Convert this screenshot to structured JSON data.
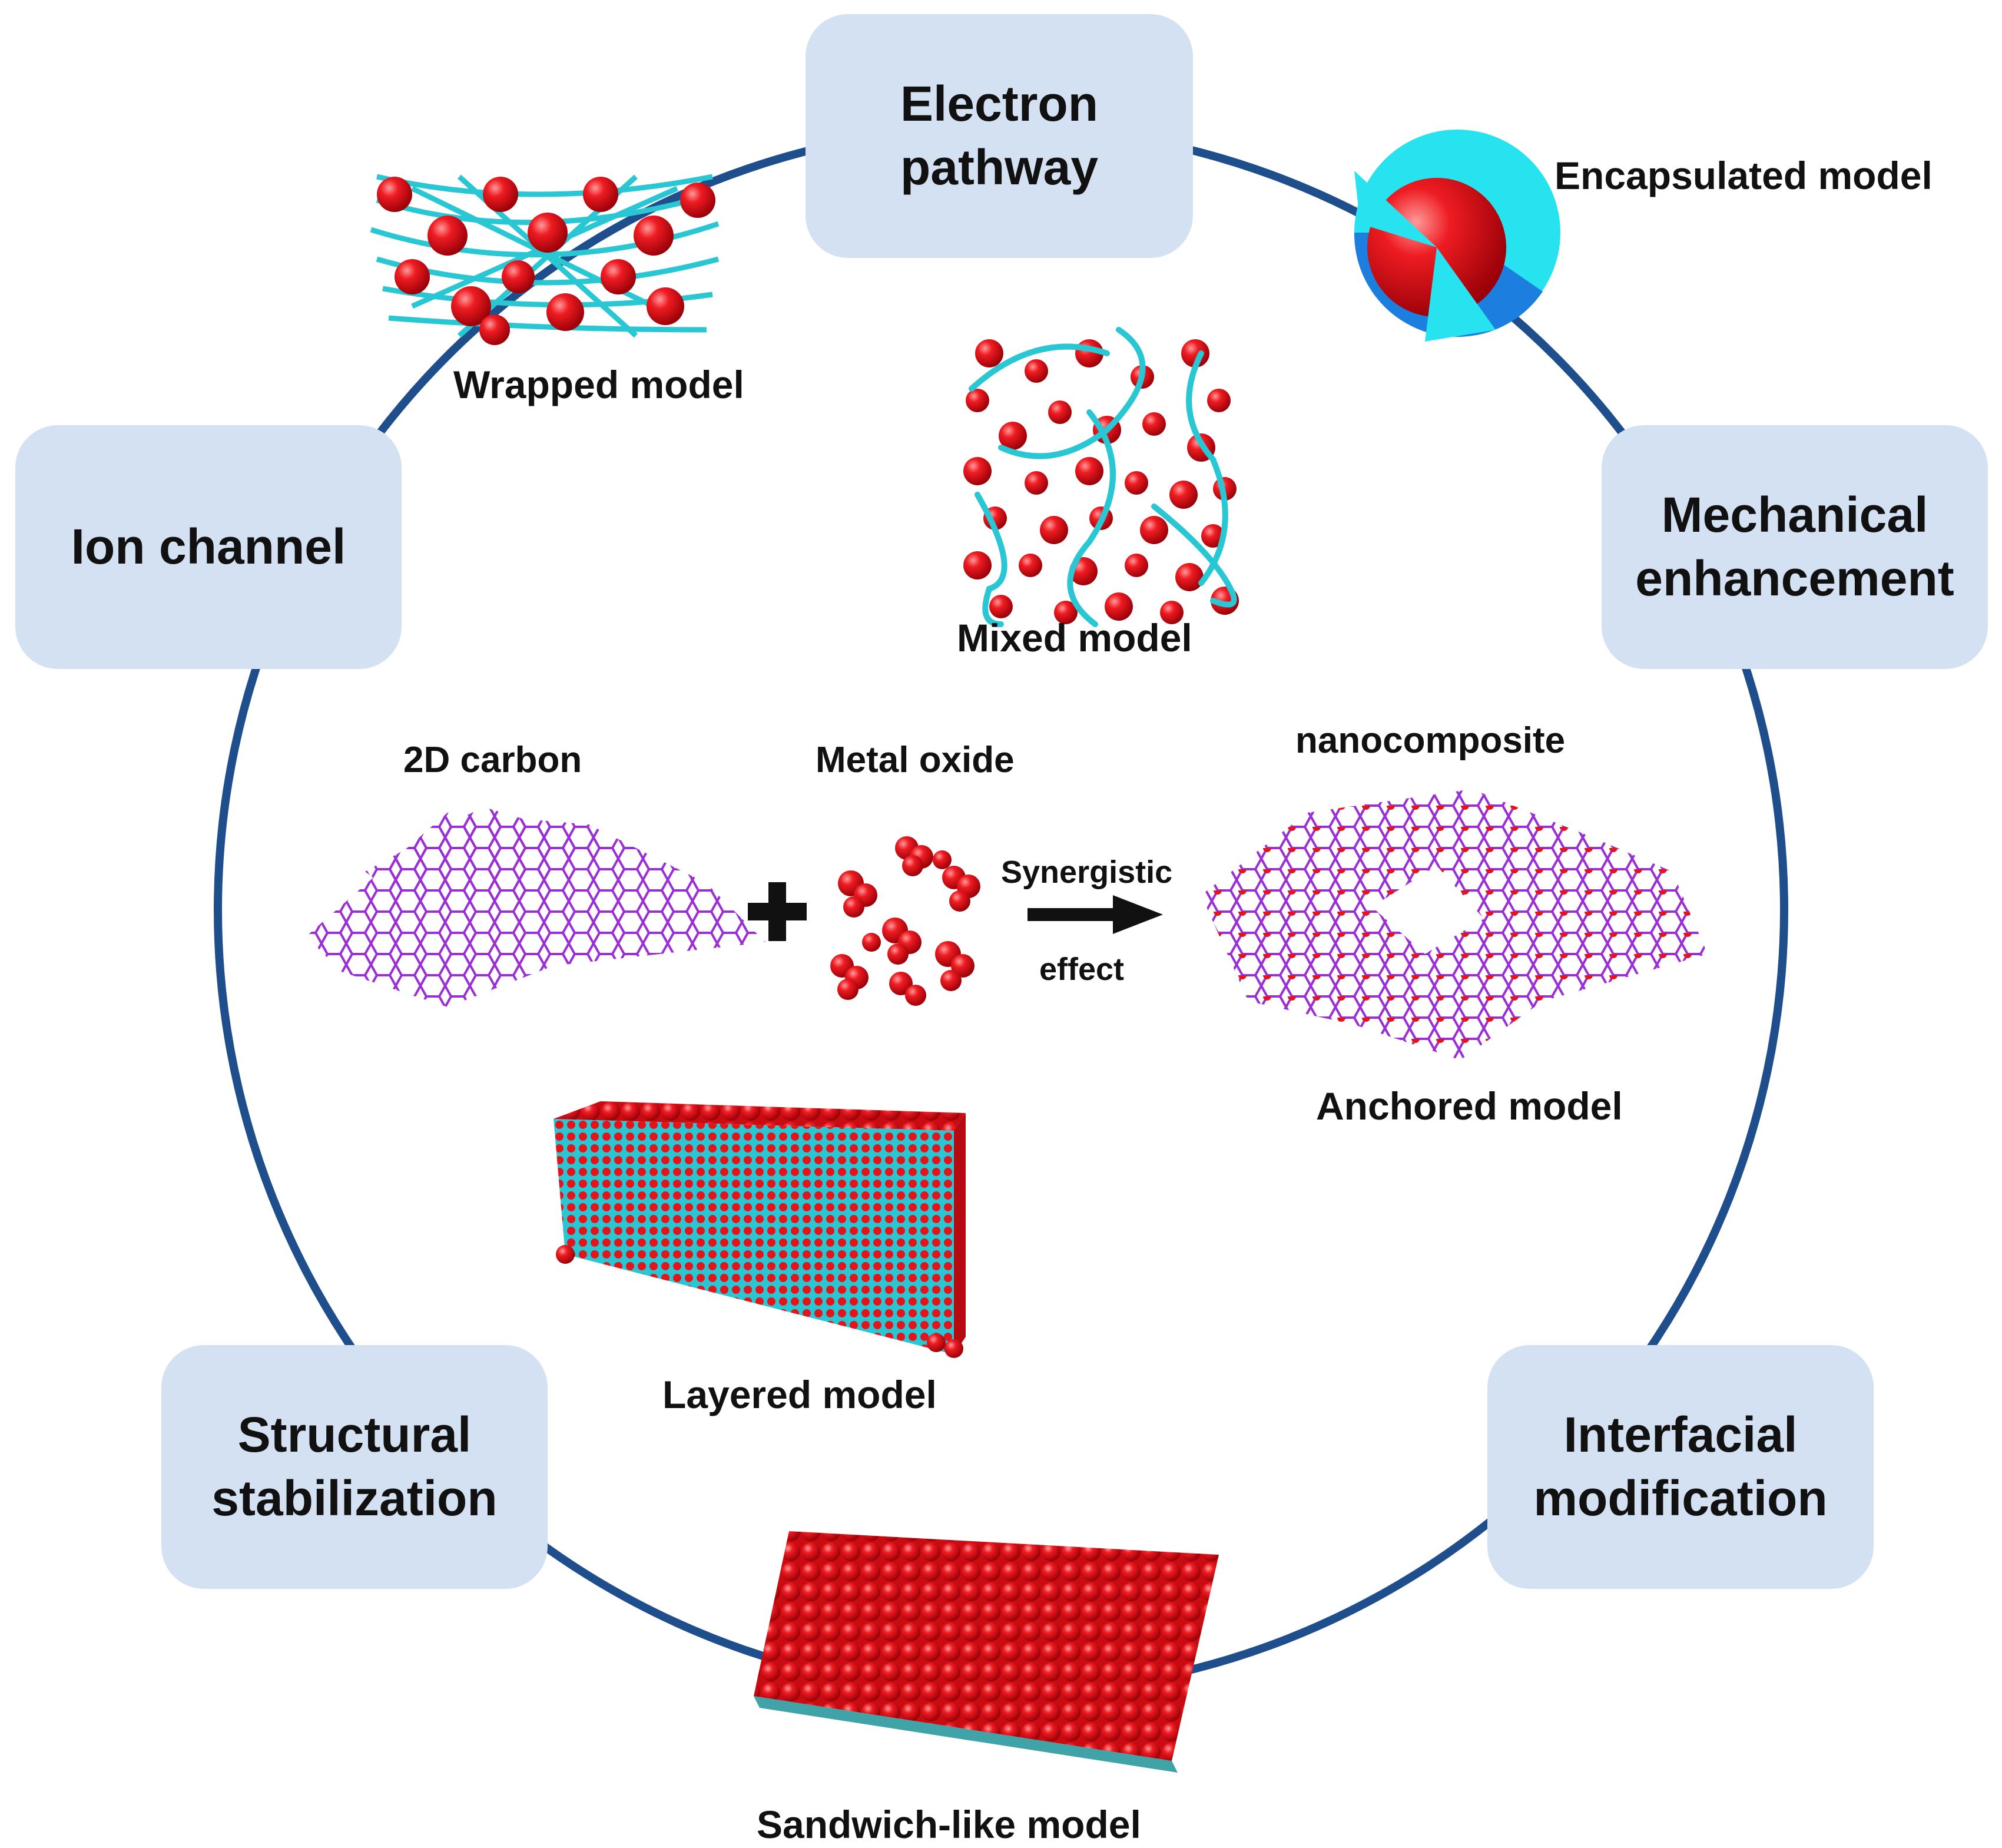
{
  "boxes": {
    "electron_pathway": "Electron\npathway",
    "ion_channel": "Ion channel",
    "mechanical_enhancement": "Mechanical\nenhancement",
    "structural_stabilization": "Structural\nstabilization",
    "interfacial_modification": "Interfacial\nmodification"
  },
  "models": {
    "wrapped": "Wrapped model",
    "encapsulated": "Encapsulated model",
    "mixed": "Mixed model",
    "anchored": "Anchored model",
    "layered": "Layered model",
    "sandwich": "Sandwich-like model"
  },
  "center": {
    "carbon": "2D carbon",
    "metal_oxide": "Metal oxide",
    "nanocomposite": "nanocomposite",
    "arrow_top": "Synergistic",
    "arrow_bottom": "effect"
  },
  "colors": {
    "ring": "#1f4e8c",
    "box_fill": "#d4e1f2",
    "oxide_red": "#e5141b",
    "carbon_cyan": "#29c7d3",
    "carbon_purple": "#9b2fd6"
  }
}
